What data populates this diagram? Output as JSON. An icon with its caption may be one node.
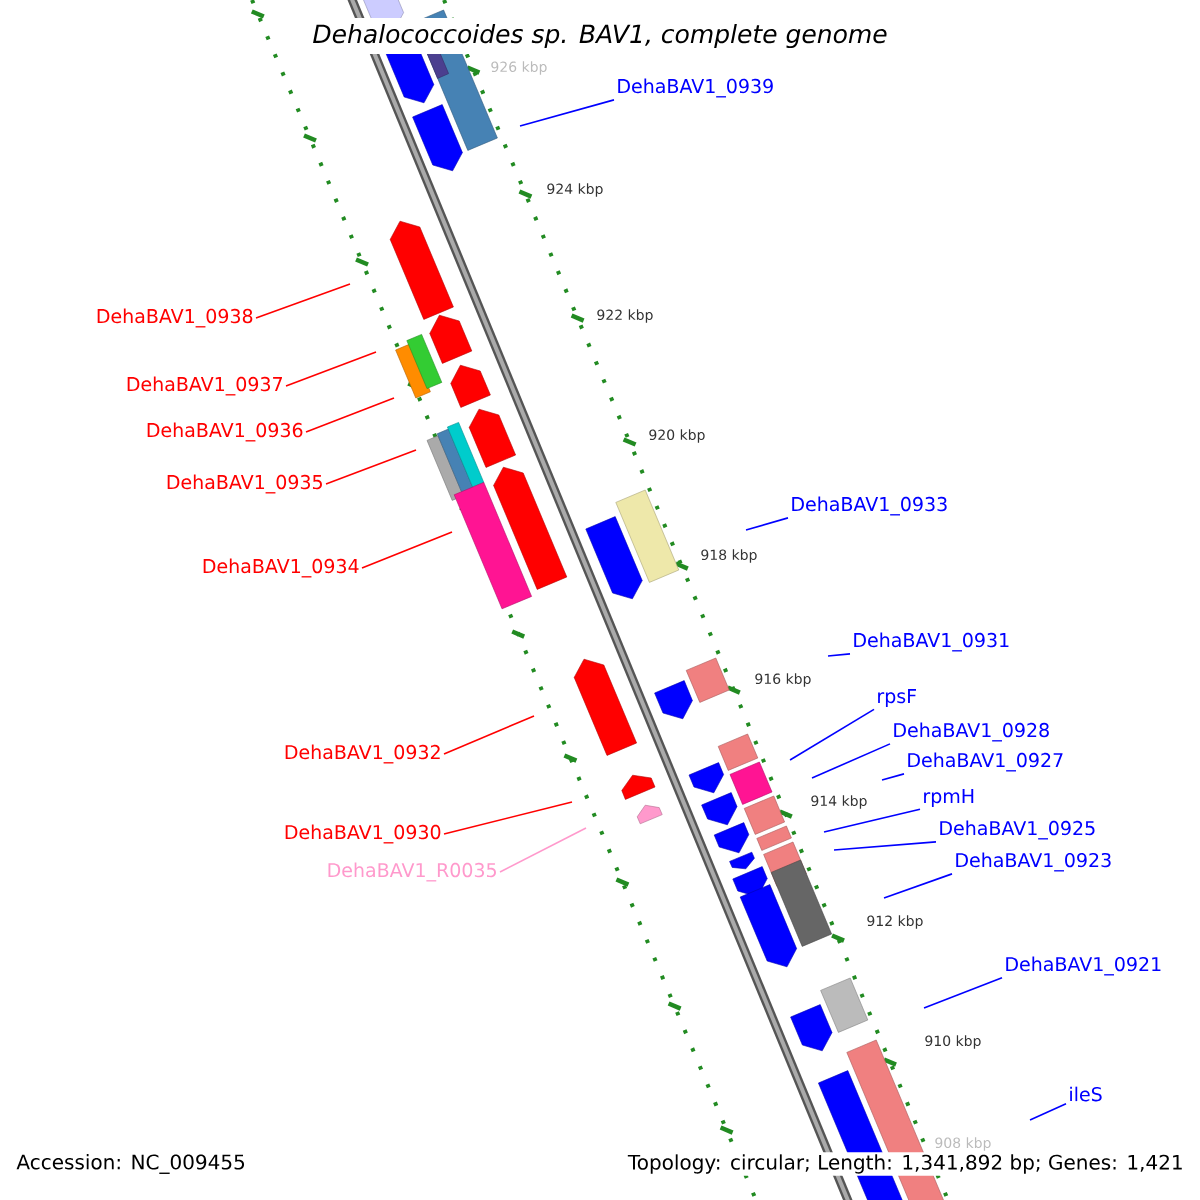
{
  "diagram": {
    "title": "Dehalococcoides sp. BAV1, complete genome",
    "nodes": [
      {
        "text": [
          "DehaBAV1_0939"
        ]
      },
      {
        "text": [
          "DehaBAV1_0938"
        ]
      },
      {
        "text": [
          "DehaBAV1_0937"
        ]
      },
      {
        "text": [
          "DehaBAV1_0936"
        ]
      },
      {
        "text": [
          "DehaBAV1_0935"
        ]
      },
      {
        "text": [
          "DehaBAV1_0933"
        ]
      },
      {
        "text": [
          "DehaBAV1_0934"
        ]
      },
      {
        "text": [
          "DehaBAV1_0931"
        ]
      },
      {
        "text": [
          "rpsF"
        ]
      },
      {
        "text": [
          "DehaBAV1_0932"
        ]
      },
      {
        "text": [
          "DehaBAV1_0928"
        ]
      },
      {
        "text": [
          "DehaBAV1_0927"
        ]
      },
      {
        "text": [
          "rpmH"
        ]
      },
      {
        "text": [
          "DehaBAV1_0930"
        ]
      },
      {
        "text": [
          "DehaBAV1_0925"
        ]
      },
      {
        "text": [
          "DehaBAV1_R0035"
        ]
      },
      {
        "text": [
          "DehaBAV1_0923"
        ]
      },
      {
        "text": [
          "DehaBAV1_0921"
        ]
      },
      {
        "text": [
          "ileS"
        ]
      }
    ],
    "edges": [
      {
        "from": 0,
        "to": null,
        "arrow": "none"
      },
      {
        "from": 1,
        "to": null,
        "arrow": "none",
        "color": "#ff0000"
      },
      {
        "from": 2,
        "to": null,
        "arrow": "none",
        "color": "#ff0000"
      },
      {
        "from": 3,
        "to": null,
        "arrow": "none",
        "color": "#ff0000"
      },
      {
        "from": 4,
        "to": null,
        "arrow": "none",
        "color": "#ff0000"
      },
      {
        "from": 5,
        "to": null,
        "arrow": "none"
      },
      {
        "from": 6,
        "to": null,
        "arrow": "none",
        "color": "#ff0000"
      },
      {
        "from": 7,
        "to": null,
        "arrow": "none"
      },
      {
        "from": 8,
        "to": null,
        "arrow": "none"
      },
      {
        "from": 9,
        "to": null,
        "arrow": "none",
        "color": "#ff0000"
      },
      {
        "from": 10,
        "to": null,
        "arrow": "none"
      },
      {
        "from": 11,
        "to": null,
        "arrow": "none"
      },
      {
        "from": 12,
        "to": null,
        "arrow": "none"
      },
      {
        "from": 13,
        "to": null,
        "arrow": "none",
        "color": "#ff0000"
      },
      {
        "from": 14,
        "to": null,
        "arrow": "none"
      },
      {
        "from": 15,
        "to": null,
        "arrow": "none",
        "color": "#ff99cc"
      },
      {
        "from": 16,
        "to": null,
        "arrow": "none"
      },
      {
        "from": 17,
        "to": null,
        "arrow": "none"
      },
      {
        "from": 18,
        "to": null,
        "arrow": "none"
      }
    ],
    "labels": [
      "926 kbp",
      "924 kbp",
      "922 kbp",
      "920 kbp",
      "918 kbp",
      "916 kbp",
      "914 kbp",
      "912 kbp",
      "910 kbp",
      "908 kbp",
      "Accession: NC_009455",
      "Topology: circular; Length: 1,341,892 bp; Genes: 1,421"
    ]
  }
}
